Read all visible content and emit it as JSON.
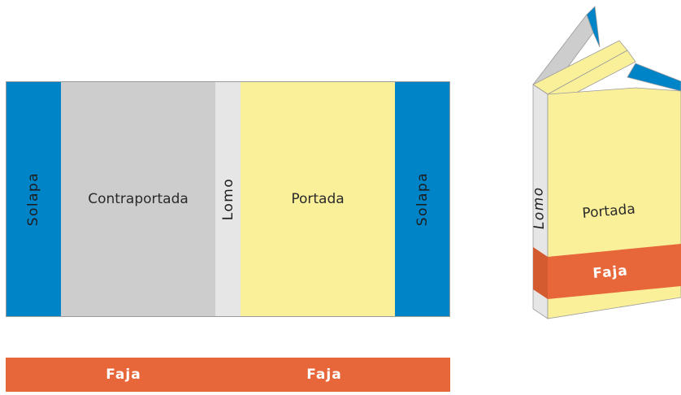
{
  "flat_layout": {
    "solapa_left": "Solapa",
    "contraportada": "Contraportada",
    "lomo": "Lomo",
    "portada": "Portada",
    "solapa_right": "Solapa"
  },
  "faja_strip": {
    "label_1": "Faja",
    "label_2": "Faja"
  },
  "book_3d": {
    "lomo": "Lomo",
    "portada": "Portada",
    "faja": "Faja"
  },
  "colors": {
    "solapa": "#0084c8",
    "contraportada": "#cdcdcd",
    "lomo": "#e6e6e6",
    "portada": "#faf09a",
    "faja": "#e8673a"
  }
}
